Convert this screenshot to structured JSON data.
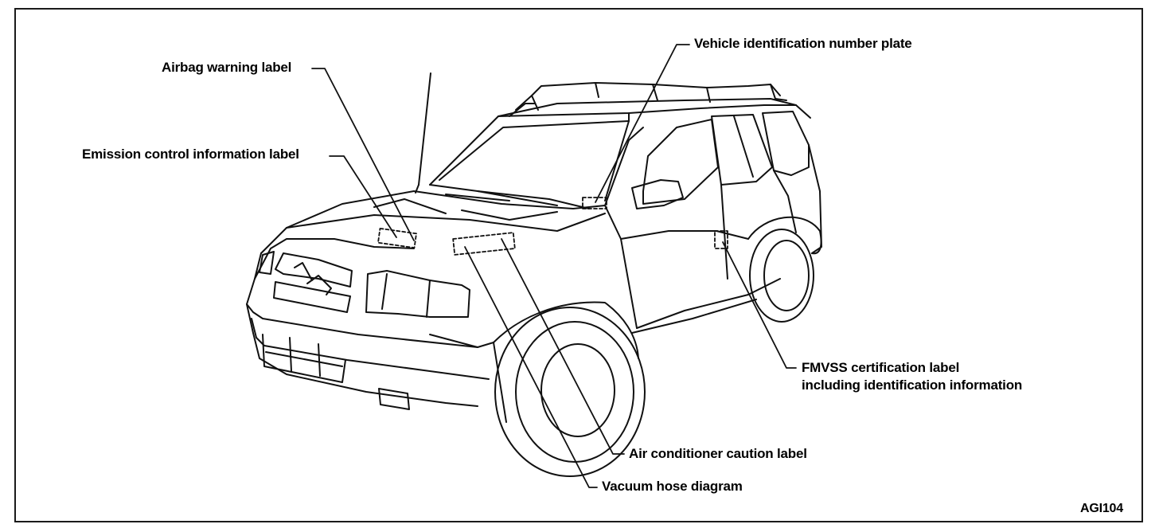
{
  "callouts": {
    "airbag": "Airbag warning label",
    "emission": "Emission control information label",
    "vin": "Vehicle identification number plate",
    "fmvss_line1": "FMVSS certification label",
    "fmvss_line2": "including identification information",
    "ac": "Air conditioner caution label",
    "vacuum": "Vacuum hose diagram"
  },
  "figure_code": "AGI104"
}
